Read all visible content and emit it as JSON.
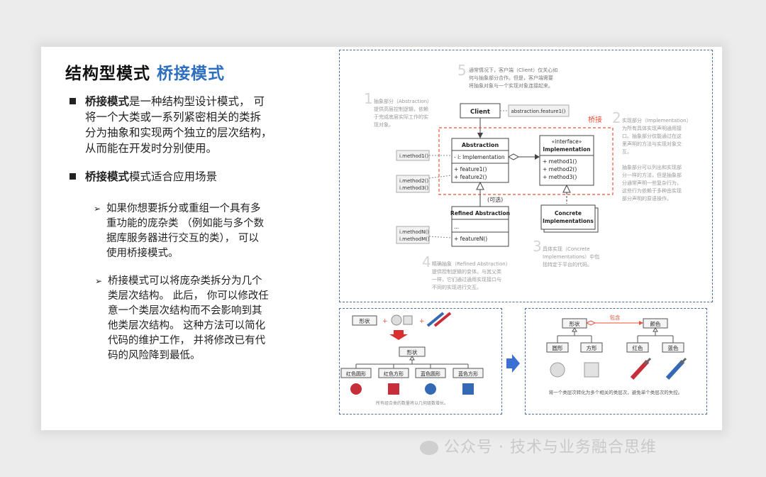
{
  "slide": {
    "title_main": "结构型模式",
    "title_highlight": "桥接模式",
    "bullet1_bold": "桥接模式",
    "bullet1_line1": "是一种结构型设计模式， 可",
    "bullet1_line2": "将一个大类或一系列紧密相关的类拆",
    "bullet1_line3": "分为抽象和实现两个独立的层次结构，",
    "bullet1_line4": "从而能在开发时分别使用。",
    "bullet2_bold": "桥接模式",
    "bullet2_rest": "模式适合应用场景",
    "sub1": [
      "如果你想要拆分或重组一个具有多",
      "重功能的庞杂类 （例如能与多个数",
      "据库服务器进行交互的类）， 可以",
      "使用桥接模式。"
    ],
    "sub2": [
      "桥接模式可以将庞杂类拆分为几个",
      "类层次结构。 此后， 你可以修改任",
      "意一个类层次结构而不会影响到其",
      "他类层次结构。 这种方法可以简化",
      "代码的维护工作， 并将修改已有代",
      "码的风险降到最低。"
    ]
  },
  "uml": {
    "note5_num": "5",
    "note5": [
      "通常情况下，客户端（Client）仅关心如",
      "何与抽象部分合作。但是，客户端需要",
      "将抽象对象与一个实现对象连接起来。"
    ],
    "client": "Client",
    "client_note": "abstraction.feature1()",
    "bridge_label": "桥接",
    "note1_num": "1",
    "note1": [
      "抽象部分（Abstraction）",
      "提供高层控制逻辑，依赖",
      "于完成底层实际工作的实",
      "现对象。"
    ],
    "abstraction": "Abstraction",
    "abstraction_field": "- i: Implementation",
    "abstraction_m1": "+ feature1()",
    "abstraction_m2": "+ feature2()",
    "interface_stereo": "«interface»",
    "implementation": "Implementation",
    "impl_m1": "+ method1()",
    "impl_m2": "+ method2()",
    "impl_m3": "+ method3()",
    "note2_num": "2",
    "note2": [
      "实现部分（Implementation）",
      "为所有具体实现声明通用接",
      "口。抽象部分仅能通过在这",
      "里声明的方法与实现对象交",
      "互。",
      "",
      "抽象部分可以列出和实现部",
      "分一样的方法，但是抽象部",
      "分通常声明一些复杂行为，",
      "这些行为依赖于多种由实现",
      "部分声明的原语操作。"
    ],
    "call1": "i.method1()",
    "call2a": "i.method2()",
    "call2b": "i.method3()",
    "optional": "(可选)",
    "refined": "Refined Abstraction",
    "refined_dots": "...",
    "refined_m": "+ featureN()",
    "callNa": "i.methodN()",
    "callNb": "i.methodM()",
    "concrete1": "Concrete",
    "concrete2": "Implementations",
    "note3_num": "3",
    "note3": [
      "具体实现（Concrete",
      "Implementations）中包",
      "括特定于平台的代码。"
    ],
    "note4_num": "4",
    "note4": [
      "精确抽象（Refined Abstraction）",
      "提供控制逻辑的变体。与其父类",
      "一样，它们通过通用实现接口与",
      "不同的实现进行交互。"
    ]
  },
  "example_left": {
    "shape_tag": "形状",
    "plus": "+",
    "hier_root": "形状",
    "items": [
      "红色圆形",
      "红色方形",
      "蓝色圆形",
      "蓝色方形"
    ],
    "caption": "所有组合类的数量将以几何级数增长。"
  },
  "example_right": {
    "shape": "形状",
    "contains": "包含",
    "color": "颜色",
    "shape_children": [
      "圆形",
      "方形"
    ],
    "color_children": [
      "红色",
      "蓝色"
    ],
    "caption": "将一个类层次转化为多个相关的类层次，避免单个类层次的失控。"
  },
  "watermark": "公众号 · 技术与业务融合思维",
  "colors": {
    "accent": "#2e6fc0",
    "bridge": "#e8503a",
    "frame": "#4a6fa5",
    "red": "#c62f3a",
    "blue": "#3569b3"
  }
}
